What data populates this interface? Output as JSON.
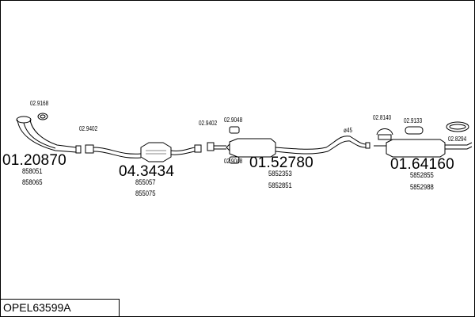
{
  "diagram": {
    "code": "OPEL63599A",
    "groups": [
      {
        "number": "01.20870",
        "refs": [
          "858051",
          "858065"
        ]
      },
      {
        "number": "04.3434",
        "refs": [
          "855057",
          "855075"
        ]
      },
      {
        "number": "01.52780",
        "refs": [
          "5852353",
          "5852851"
        ]
      },
      {
        "number": "01.64160",
        "refs": [
          "5852855",
          "5852988"
        ]
      }
    ],
    "fittings": {
      "f1": "02.9168",
      "f2": "02.9402",
      "f3": "02.9402",
      "f4": "02.9048",
      "f5": "02.9048",
      "f6": "02.8140",
      "f7": "02.9133",
      "f8": "02.8294"
    },
    "pipe_diameter": "ø45"
  }
}
